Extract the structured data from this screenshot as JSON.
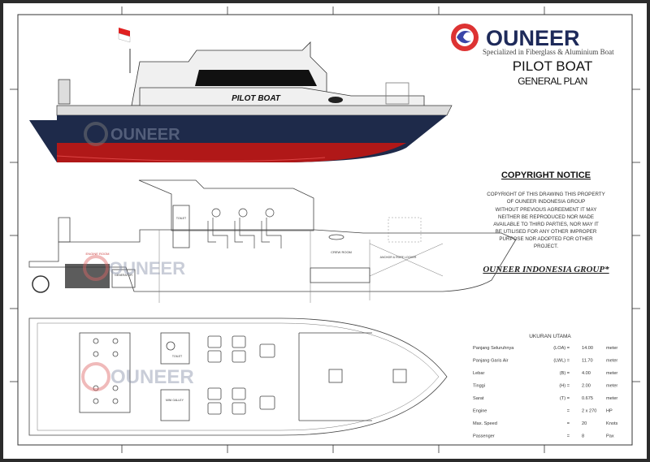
{
  "title_block": {
    "brand": "OUNEER",
    "tagline": "Specialized in Fiberglass & Aluminium Boat",
    "drawing_title": "PILOT BOAT",
    "drawing_subtitle": "GENERAL PLAN"
  },
  "profile": {
    "hull_label": "PILOT BOAT",
    "flag_colors": [
      "#e02020",
      "#ffffff"
    ],
    "hull_colors": {
      "topside": "#1e2a4a",
      "bottom": "#b01818",
      "cabin": "#f2f2f2"
    }
  },
  "section_labels": {
    "engine_room": "ENGINE ROOM",
    "generator": "GENERATOR",
    "toilet": "TOILET",
    "crew_room": "CREW ROOM",
    "anchor_locker": "ANCHOR & ROPE LOCKER",
    "plan_toilet": "TOILET",
    "mini_galley": "MINI GALLEY"
  },
  "copyright": {
    "heading": "COPYRIGHT NOTICE",
    "lines": [
      "COPYRIGHT OF THIS DRAWING THIS PROPERTY",
      "OF OUNEER INDONESIA GROUP",
      "WITHOUT PREVIOUS AGREEMENT IT MAY",
      "NEITHER BE REPRODUCED NOR MADE",
      "AVAILABLE TO THIRD PARTIES, NOR MAY IT",
      "BE UTILISED FOR ANY OTHER IMPROPER",
      "PURPOSE NOR ADOPTED FOR OTHER",
      "PROJECT."
    ],
    "company": "OUNEER INDONESIA GROUP*"
  },
  "specs": {
    "heading": "UKURAN UTAMA",
    "rows": [
      {
        "label": "Panjang Seluruhnya",
        "code": "(LOA) =",
        "value": "14.00",
        "unit": "meter"
      },
      {
        "label": "Panjang Garis Air",
        "code": "(LWL) =",
        "value": "11.70",
        "unit": "meter"
      },
      {
        "label": "Lebar",
        "code": "(B) =",
        "value": "4.00",
        "unit": "meter"
      },
      {
        "label": "Tinggi",
        "code": "(H) =",
        "value": "2.00",
        "unit": "meter"
      },
      {
        "label": "Sarat",
        "code": "(T) =",
        "value": "0.675",
        "unit": "meter"
      },
      {
        "label": "Engine",
        "code": "=",
        "value": "2 x 270",
        "unit": "HP"
      },
      {
        "label": "Max. Speed",
        "code": "=",
        "value": "20",
        "unit": "Knots"
      },
      {
        "label": "Passenger",
        "code": "=",
        "value": "8",
        "unit": "Pax"
      }
    ]
  }
}
